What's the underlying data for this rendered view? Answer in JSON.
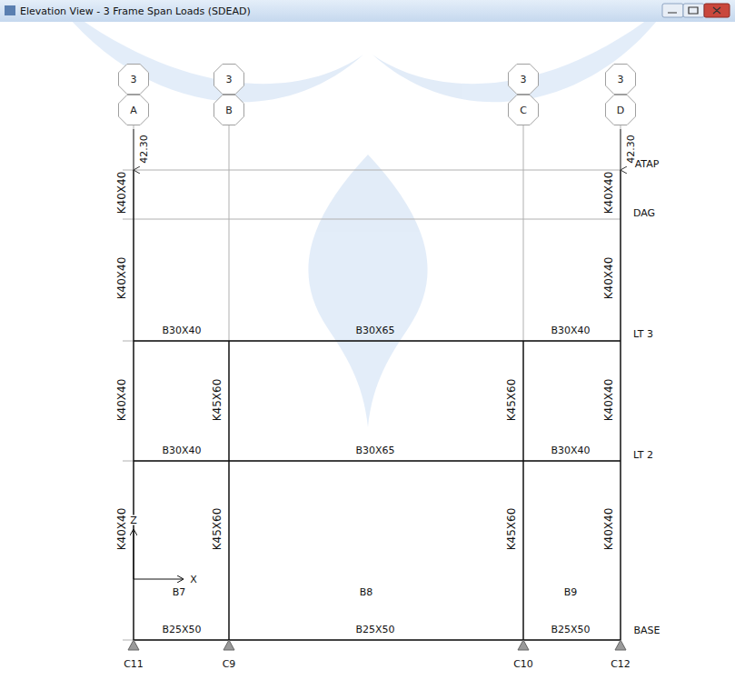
{
  "diagram": {
    "title": "Elevation View - 3 Frame Span Loads (SDEAD)",
    "nodes": [
      {
        "text": [
          "3"
        ]
      },
      {
        "text": [
          "3"
        ]
      },
      {
        "text": [
          "3"
        ]
      },
      {
        "text": [
          "3"
        ]
      },
      {
        "text": [
          "A"
        ]
      },
      {
        "text": [
          "B"
        ]
      },
      {
        "text": [
          "C"
        ]
      },
      {
        "text": [
          "D"
        ]
      }
    ],
    "labels": [
      "42.30",
      "42.30",
      "ATAP",
      "DAG",
      "LT 3",
      "LT 2",
      "BASE",
      "K40X40",
      "K40X40",
      "K40X40",
      "K40X40",
      "K40X40",
      "K40X40",
      "K40X40",
      "K40X40",
      "K45X60",
      "K45X60",
      "K45X60",
      "K45X60",
      "B30X40",
      "B30X65",
      "B30X40",
      "B30X40",
      "B30X65",
      "B30X40",
      "B25X50",
      "B25X50",
      "B25X50",
      "B7",
      "B8",
      "B9",
      "Z",
      "X",
      "C11",
      "C9",
      "C10",
      "C12"
    ]
  }
}
